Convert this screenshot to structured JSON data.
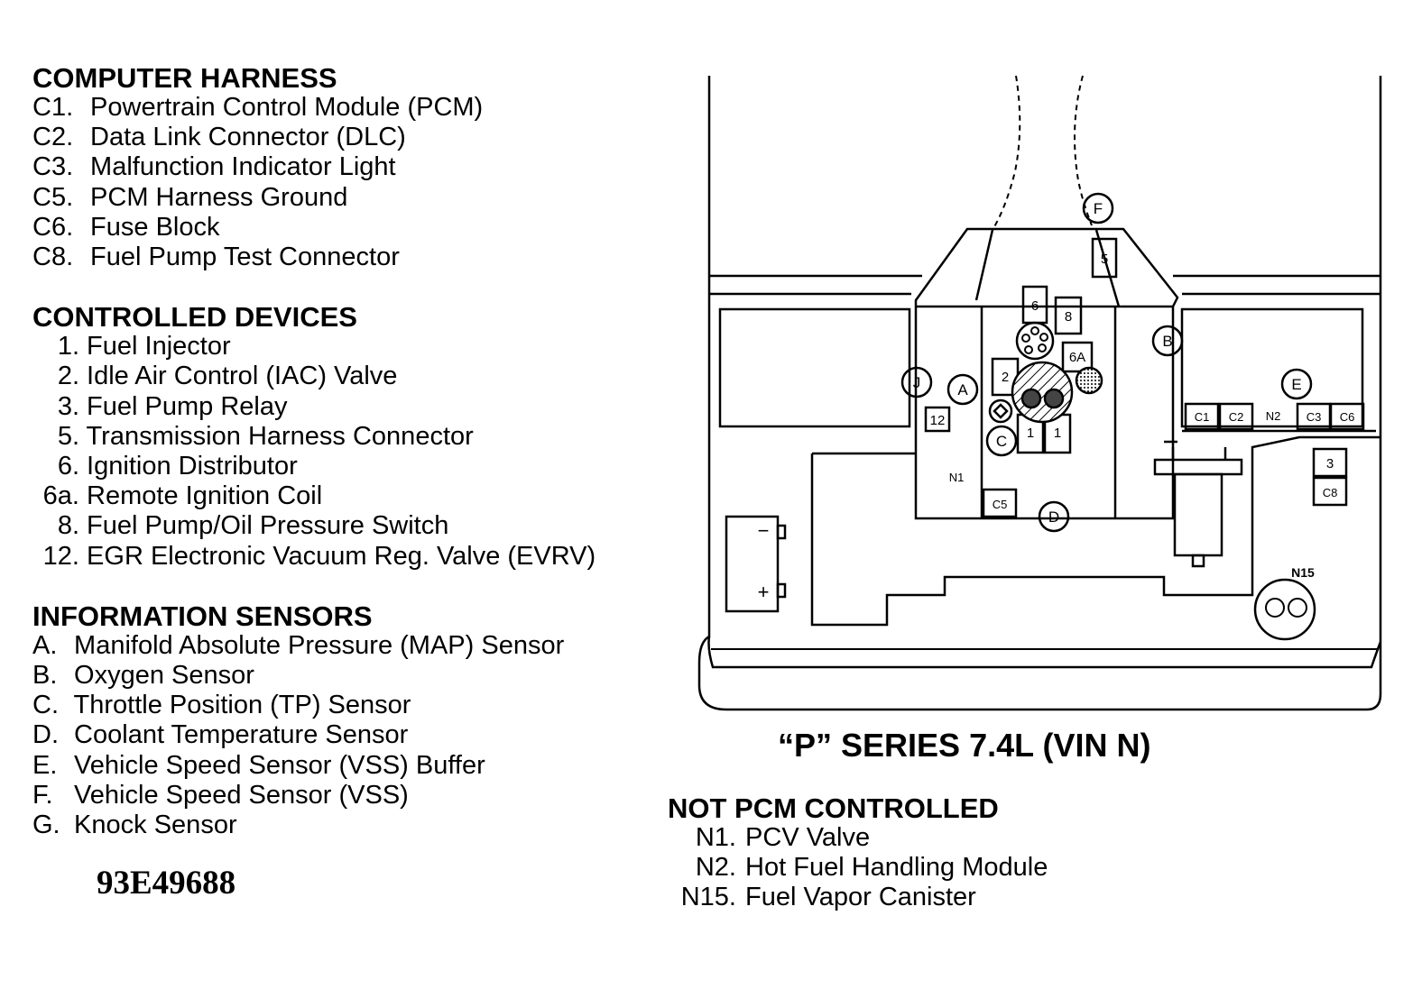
{
  "harness": {
    "title": "COMPUTER HARNESS",
    "items": [
      {
        "code": "C1.",
        "text": "Powertrain Control Module (PCM)"
      },
      {
        "code": "C2.",
        "text": "Data Link Connector (DLC)"
      },
      {
        "code": "C3.",
        "text": "Malfunction Indicator Light"
      },
      {
        "code": "C5.",
        "text": "PCM Harness Ground"
      },
      {
        "code": "C6.",
        "text": "Fuse Block"
      },
      {
        "code": "C8.",
        "text": "Fuel Pump Test Connector"
      }
    ]
  },
  "devices": {
    "title": "CONTROLLED DEVICES",
    "items": [
      {
        "code": "1.",
        "text": "Fuel Injector"
      },
      {
        "code": "2.",
        "text": "Idle Air Control (IAC) Valve"
      },
      {
        "code": "3.",
        "text": "Fuel Pump Relay"
      },
      {
        "code": "5.",
        "text": "Transmission Harness Connector"
      },
      {
        "code": "6.",
        "text": "Ignition Distributor"
      },
      {
        "code": "6a.",
        "text": "Remote Ignition Coil"
      },
      {
        "code": "8.",
        "text": "Fuel Pump/Oil Pressure Switch"
      },
      {
        "code": "12.",
        "text": "EGR Electronic Vacuum Reg. Valve (EVRV)"
      }
    ]
  },
  "sensors": {
    "title": "INFORMATION SENSORS",
    "items": [
      {
        "code": "A.",
        "text": "Manifold Absolute Pressure (MAP) Sensor"
      },
      {
        "code": "B.",
        "text": "Oxygen Sensor"
      },
      {
        "code": "C.",
        "text": "Throttle Position (TP) Sensor"
      },
      {
        "code": "D.",
        "text": "Coolant Temperature Sensor"
      },
      {
        "code": "E.",
        "text": "Vehicle Speed Sensor (VSS) Buffer"
      },
      {
        "code": "F.",
        "text": "Vehicle Speed Sensor (VSS)"
      },
      {
        "code": "G.",
        "text": "Knock Sensor"
      }
    ]
  },
  "ref_code": "93E49688",
  "caption": "“P” SERIES 7.4L (VIN N)",
  "not_pcm": {
    "title": "NOT PCM CONTROLLED",
    "items": [
      {
        "code": "N1.",
        "text": "PCV Valve"
      },
      {
        "code": "N2.",
        "text": "Hot Fuel Handling Module"
      },
      {
        "code": "N15.",
        "text": "Fuel Vapor Canister"
      }
    ]
  },
  "diagram_labels": {
    "f": "F",
    "j": "J",
    "a": "A",
    "b": "B",
    "c": "C",
    "d": "D",
    "e": "E",
    "box5": "5",
    "box6": "6",
    "box8": "8",
    "box6a": "6A",
    "box2": "2",
    "box12": "12",
    "box1a": "1",
    "box1b": "1",
    "box3": "3",
    "c1": "C1",
    "c2": "C2",
    "n2": "N2",
    "c3": "C3",
    "c6": "C6",
    "c8": "C8",
    "c5": "C5",
    "n1": "N1",
    "n15": "N15",
    "minus": "−",
    "plus": "+"
  }
}
